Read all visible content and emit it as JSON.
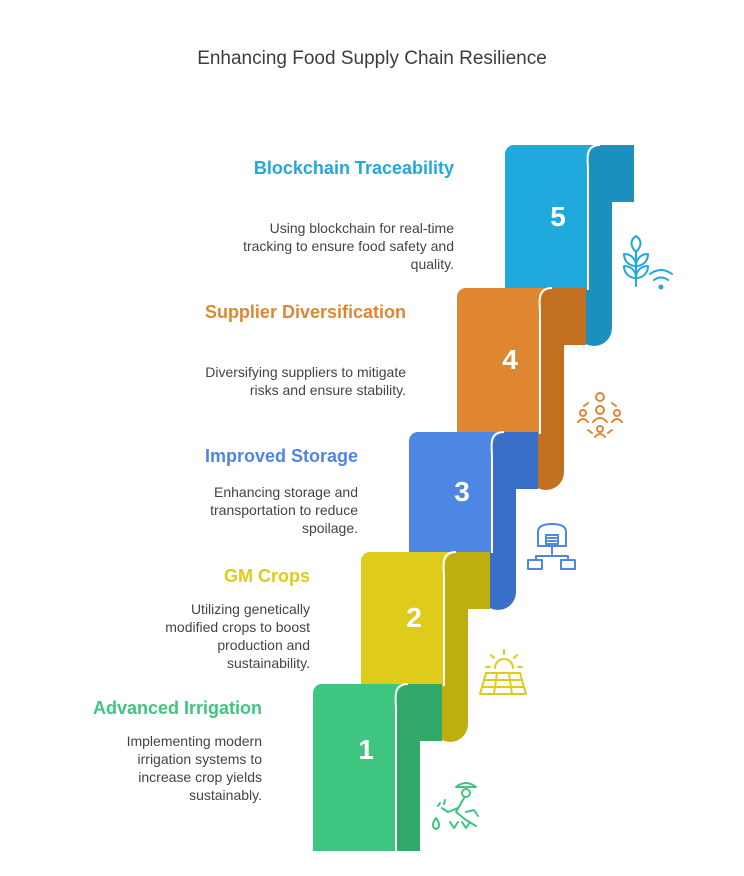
{
  "title": "Enhancing Food Supply Chain Resilience",
  "steps": [
    {
      "number": "1",
      "title": "Advanced Irrigation",
      "description": "Implementing modern irrigation systems to increase crop yields sustainably.",
      "color": "#3ec57f",
      "icon": "farmer-watering-plants-icon"
    },
    {
      "number": "2",
      "title": "GM Crops",
      "description": "Utilizing genetically modified crops to boost production and sustainability.",
      "color": "#dfcb1a",
      "icon": "sun-over-field-icon"
    },
    {
      "number": "3",
      "title": "Improved Storage",
      "description": "Enhancing storage and transportation to reduce spoilage.",
      "color": "#4e86e4",
      "icon": "warehouse-network-icon"
    },
    {
      "number": "4",
      "title": "Supplier Diversification",
      "description": "Diversifying suppliers to mitigate risks and ensure stability.",
      "color": "#df8630",
      "icon": "supplier-network-icon"
    },
    {
      "number": "5",
      "title": "Blockchain Traceability",
      "description": "Using blockchain for real-time tracking to ensure food safety and quality.",
      "color": "#20a9dc",
      "icon": "plant-wireless-icon"
    }
  ]
}
